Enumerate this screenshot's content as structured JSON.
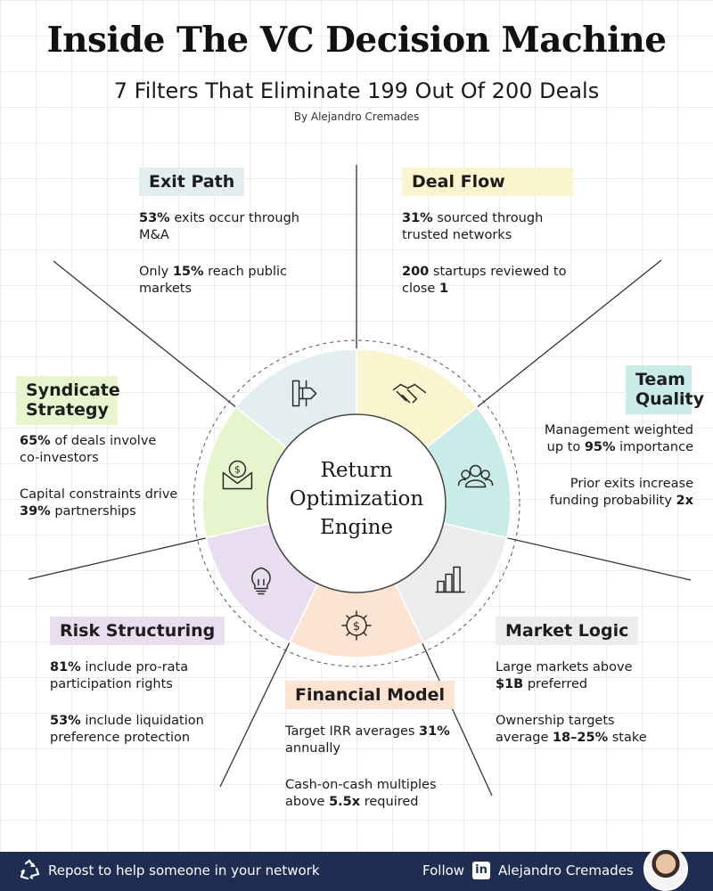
{
  "header": {
    "title": "Inside The VC Decision Machine",
    "subtitle": "7 Filters That Eliminate 199 Out Of 200 Deals",
    "byline": "By Alejandro Cremades"
  },
  "center": {
    "lines": [
      "Return",
      "Optimization",
      "Engine"
    ]
  },
  "colors": {
    "exit": "#e3eef0",
    "deal": "#fbf5cf",
    "team": "#c9ece9",
    "market": "#ececec",
    "financial": "#fde3d2",
    "risk": "#e9def0",
    "syndicate": "#e7f5cf",
    "footer": "#1f2d52"
  },
  "filters": {
    "exit": {
      "label": "Exit Path",
      "stat1": [
        "53%",
        " exits occur through M&A"
      ],
      "stat2": [
        "Only ",
        "15%",
        " reach public markets"
      ]
    },
    "deal": {
      "label": "Deal Flow",
      "stat1": [
        "31%",
        " sourced through trusted networks"
      ],
      "stat2": [
        "200",
        " startups reviewed to close ",
        "1"
      ]
    },
    "team": {
      "label": "Team Quality",
      "stat1": [
        "Management weighted up to ",
        "95%",
        " importance"
      ],
      "stat2": [
        "Prior exits increase funding probability ",
        "2x"
      ]
    },
    "market": {
      "label": "Market Logic",
      "stat1": [
        "Large markets above ",
        "$1B",
        " preferred"
      ],
      "stat2": [
        "Ownership targets average ",
        "18–25%",
        " stake"
      ]
    },
    "financial": {
      "label": "Financial Model",
      "stat1": [
        "Target IRR averages ",
        "31%",
        " annually"
      ],
      "stat2": [
        "Cash-on-cash multiples above ",
        "5.5x",
        " required"
      ]
    },
    "risk": {
      "label": "Risk Structuring",
      "stat1": [
        "81%",
        " include pro-rata participation rights"
      ],
      "stat2": [
        "53%",
        " include liquidation preference protection"
      ]
    },
    "syndicate": {
      "label": "Syndicate Strategy",
      "stat1": [
        "65%",
        " of deals involve co-investors"
      ],
      "stat2": [
        "Capital constraints drive ",
        "39%",
        " partnerships"
      ]
    }
  },
  "icons": {
    "exit": "exit-door-icon",
    "deal": "handshake-icon",
    "team": "people-icon",
    "market": "bar-chart-icon",
    "financial": "dollar-gear-icon",
    "risk": "lightbulb-icon",
    "syndicate": "money-envelope-icon"
  },
  "footer": {
    "repost": "Repost to help someone in your network",
    "follow": "Follow",
    "linkedin": "in",
    "name": "Alejandro Cremades"
  }
}
